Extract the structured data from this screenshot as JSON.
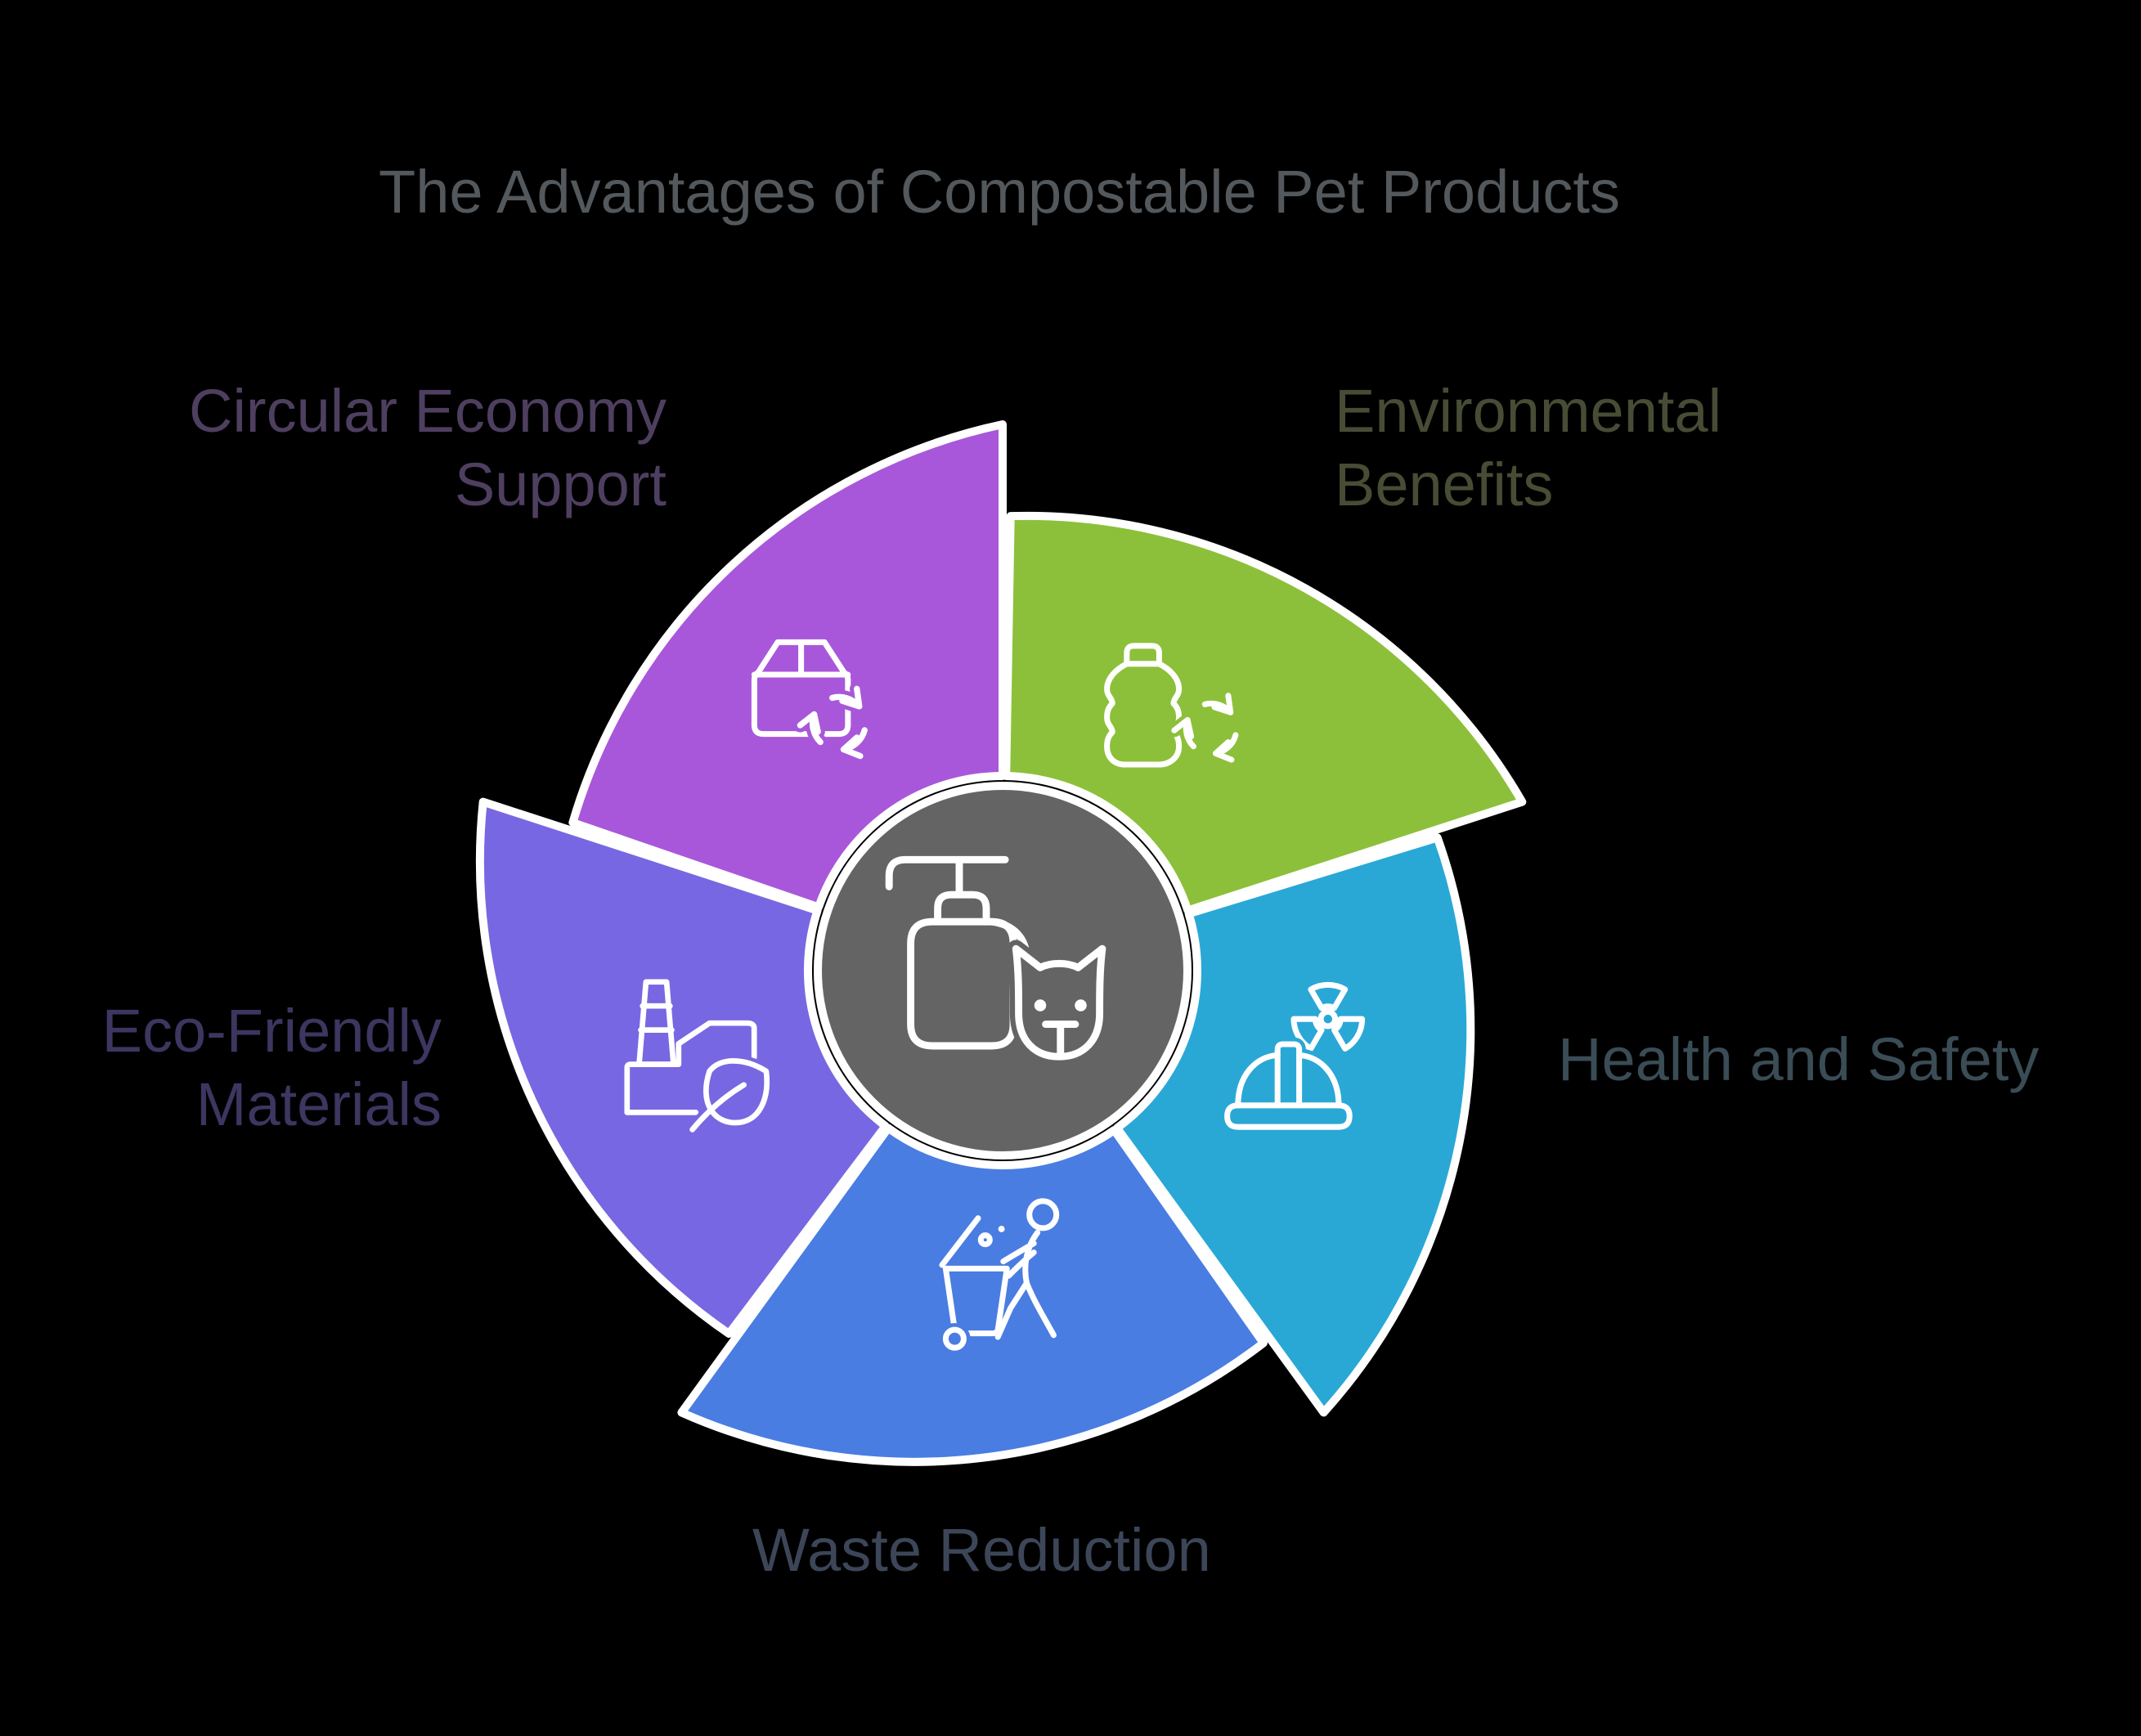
{
  "title": {
    "text": "The Advantages of Compostable Pet Products",
    "color": "#53585c"
  },
  "background_color": "#000000",
  "outline_color": "#ffffff",
  "center_hub": {
    "fill": "#646464",
    "icon": "pet-shampoo-cat-icon"
  },
  "segments": [
    {
      "id": "environmental-benefits",
      "label": "Environmental Benefits",
      "lines": [
        "Environmental",
        "Benefits"
      ],
      "color": "#8cc03a",
      "label_color": "#474d35",
      "icon": "bottle-recycle-icon",
      "lead_angle_deg": 18
    },
    {
      "id": "circular-economy-support",
      "label": "Circular Economy Support",
      "lines": [
        "Circular Economy",
        "Support"
      ],
      "color": "#a857da",
      "label_color": "#4e3f60",
      "icon": "box-recycle-icon",
      "lead_angle_deg": 90
    },
    {
      "id": "eco-friendly-materials",
      "label": "Eco-Friendly Materials",
      "lines": [
        "Eco-Friendly",
        "Materials"
      ],
      "color": "#7867e2",
      "label_color": "#3d3660",
      "icon": "factory-leaf-icon",
      "lead_angle_deg": 162
    },
    {
      "id": "waste-reduction",
      "label": "Waste Reduction",
      "lines": [
        "Waste Reduction"
      ],
      "color": "#4a7de2",
      "label_color": "#3c4658",
      "icon": "person-trash-bin-icon",
      "lead_angle_deg": 234
    },
    {
      "id": "health-and-safety",
      "label": "Health and Safety",
      "lines": [
        "Health and Safety"
      ],
      "color": "#29a8d6",
      "label_color": "#3a4c55",
      "icon": "hard-hat-radiation-icon",
      "lead_angle_deg": 306
    }
  ]
}
